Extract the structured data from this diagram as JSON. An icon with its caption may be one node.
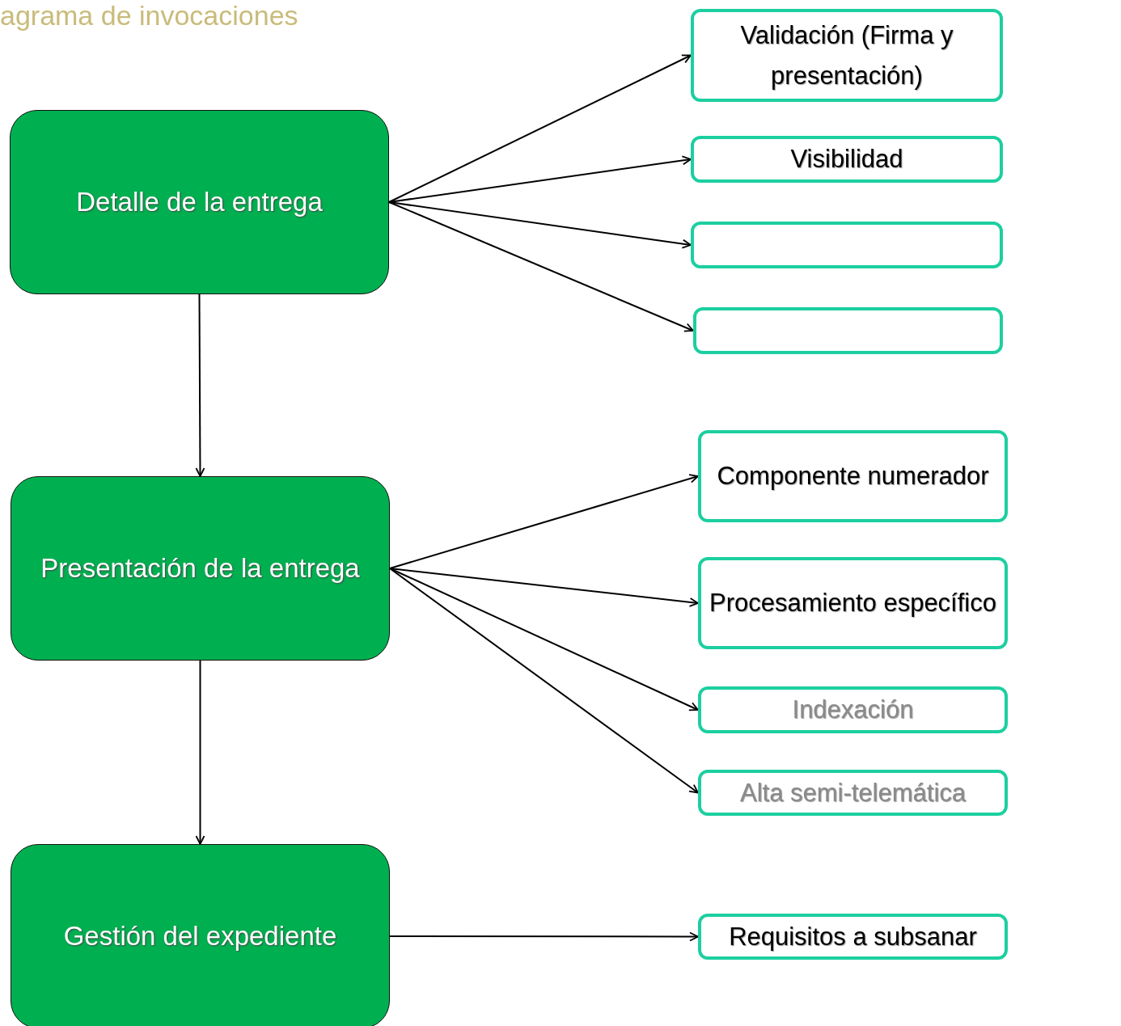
{
  "diagram": {
    "title": "agrama de invocaciones",
    "nodes": [
      {
        "text": [
          "Detalle de la entrega"
        ]
      },
      {
        "text": [
          "Presentación de la entrega"
        ]
      },
      {
        "text": [
          "Gestión del expediente"
        ]
      },
      {
        "text": [
          "Validación (Firma y presentación)"
        ]
      },
      {
        "text": [
          "Visibilidad"
        ]
      },
      {
        "text": [],
        "shape": "box"
      },
      {
        "text": [],
        "shape": "box"
      },
      {
        "text": [
          "Componente numerador"
        ]
      },
      {
        "text": [
          "Procesamiento específico"
        ]
      },
      {
        "text": [
          "Indexación"
        ]
      },
      {
        "text": [
          "Alta semi-telemática"
        ]
      },
      {
        "text": [
          "Requisitos a subsanar"
        ]
      }
    ],
    "edges": [
      {
        "from": 0,
        "to": 3,
        "arrow": "to"
      },
      {
        "from": 0,
        "to": 4,
        "arrow": "to"
      },
      {
        "from": 0,
        "to": 5,
        "arrow": "to"
      },
      {
        "from": 0,
        "to": 6,
        "arrow": "to"
      },
      {
        "from": 0,
        "to": 1,
        "arrow": "to"
      },
      {
        "from": 1,
        "to": 7,
        "arrow": "to"
      },
      {
        "from": 1,
        "to": 8,
        "arrow": "to"
      },
      {
        "from": 1,
        "to": 9,
        "arrow": "to"
      },
      {
        "from": 1,
        "to": 10,
        "arrow": "to"
      },
      {
        "from": 1,
        "to": 2,
        "arrow": "to"
      },
      {
        "from": 2,
        "to": 11,
        "arrow": "to"
      }
    ]
  }
}
